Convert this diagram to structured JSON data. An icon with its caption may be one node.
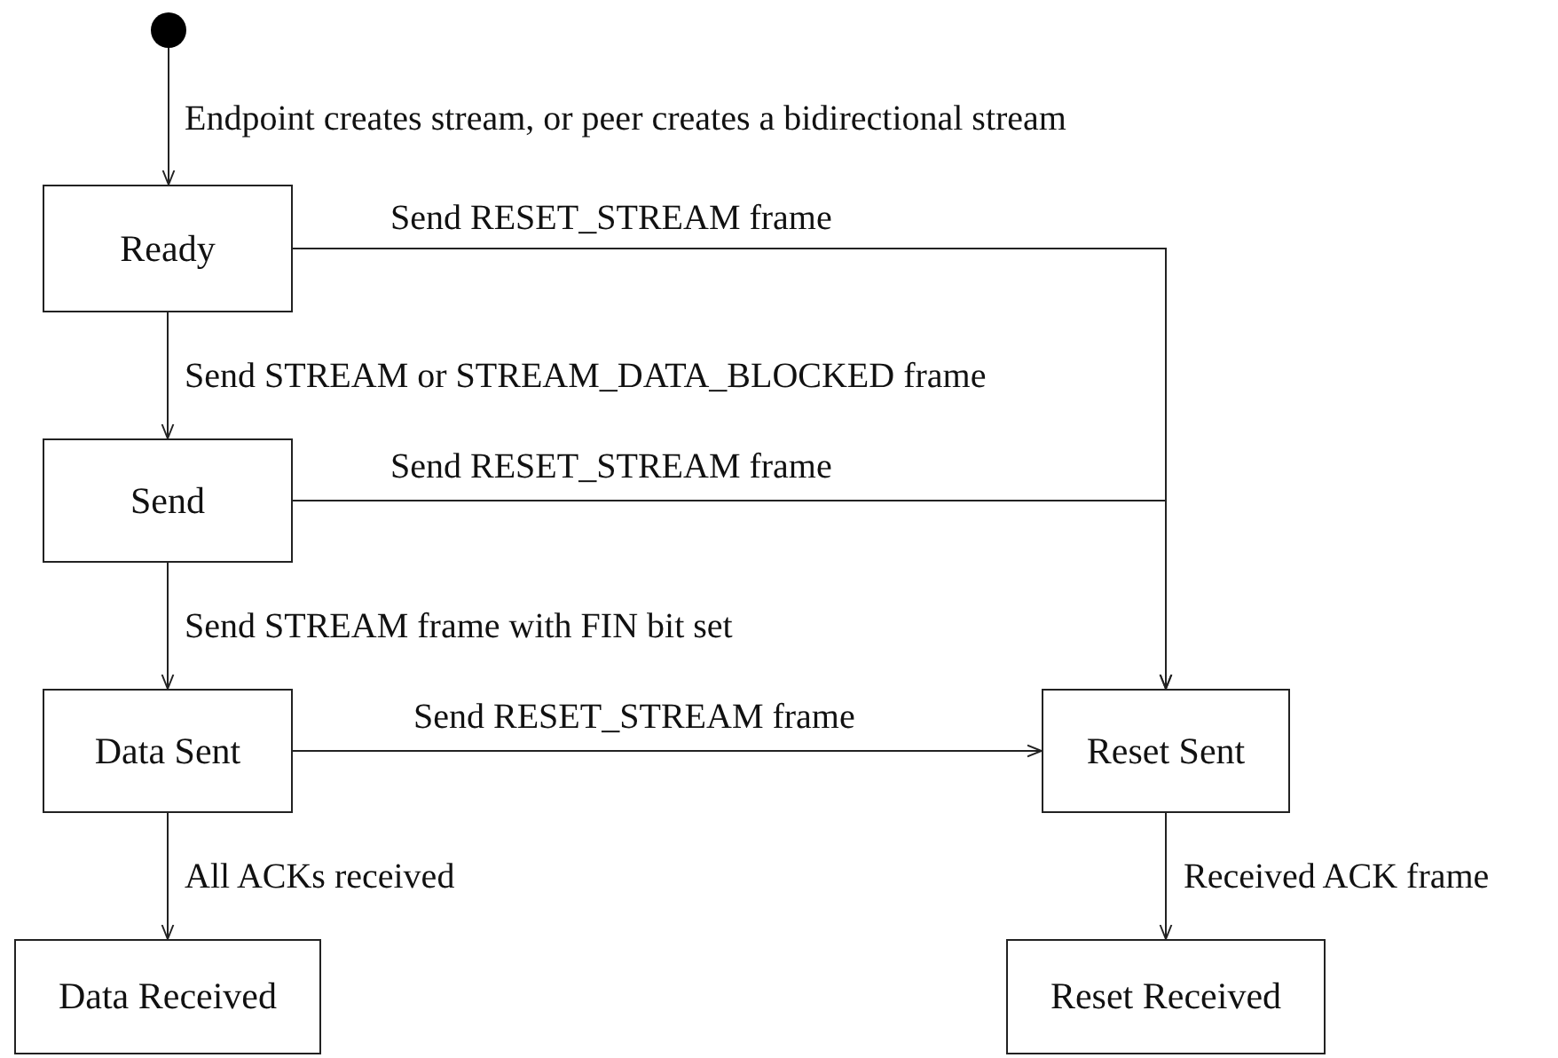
{
  "diagram": {
    "nodes": [
      {
        "text": [],
        "shape": "circle"
      },
      {
        "text": [
          "Ready"
        ]
      },
      {
        "text": [
          "Send"
        ]
      },
      {
        "text": [
          "Data Sent"
        ]
      },
      {
        "text": [
          "Reset Sent"
        ]
      },
      {
        "text": [
          "Data Received"
        ]
      },
      {
        "text": [
          "Reset Received"
        ]
      }
    ],
    "edges": [
      {
        "from": 0,
        "to": 1,
        "arrow": "to",
        "label": "Endpoint creates stream, or peer creates a bidirectional stream"
      },
      {
        "from": 1,
        "to": 2,
        "arrow": "to",
        "label": "Send STREAM or STREAM_DATA_BLOCKED frame"
      },
      {
        "from": 1,
        "to": 4,
        "arrow": "to",
        "label": "Send RESET_STREAM frame"
      },
      {
        "from": 2,
        "to": 4,
        "arrow": "to",
        "label": "Send RESET_STREAM frame"
      },
      {
        "from": 2,
        "to": 3,
        "arrow": "to",
        "label": "Send STREAM frame with FIN bit set"
      },
      {
        "from": 3,
        "to": 4,
        "arrow": "to",
        "label": "Send RESET_STREAM frame"
      },
      {
        "from": 3,
        "to": 5,
        "arrow": "to",
        "label": "All ACKs received"
      },
      {
        "from": 4,
        "to": 6,
        "arrow": "to",
        "label": "Received ACK frame"
      }
    ]
  }
}
